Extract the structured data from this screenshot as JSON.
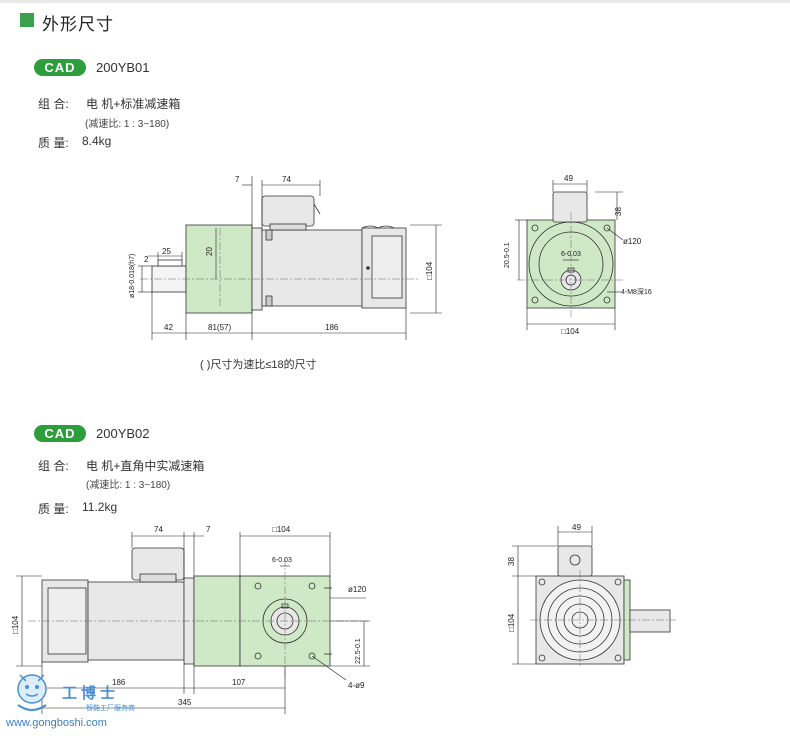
{
  "section": {
    "title": "外形尺寸",
    "accent": "#3aa24a"
  },
  "cad_badge": {
    "label": "CAD",
    "color": "#2e9e3d"
  },
  "product1": {
    "model": "200YB01",
    "composition_label": "组 合:",
    "composition_value": "电 机+标准减速箱",
    "ratio_note": "(减速比: 1 : 3~180)",
    "weight_label": "质 量:",
    "weight_value": "8.4kg",
    "caption": "( )尺寸为速比≤18的尺寸",
    "side_dims": {
      "d7": "7",
      "d74": "74",
      "d2": "2",
      "d25": "25",
      "d20": "20",
      "d42": "42",
      "d81": "81(57)",
      "d186": "186",
      "d104": "□104",
      "shaft": "ø18-0.018(h7)"
    },
    "front_dims": {
      "d49": "49",
      "d38": "38",
      "d205": "20.5-0.1",
      "key": "6-0.03",
      "dia120": "ø120",
      "holes": "4-M8深16",
      "d104": "□104"
    }
  },
  "product2": {
    "model": "200YB02",
    "composition_label": "组 合:",
    "composition_value": "电 机+直角中实减速箱",
    "ratio_note": "(减速比: 1 : 3~180)",
    "weight_label": "质 量:",
    "weight_value": "11.2kg",
    "side_dims": {
      "d74": "74",
      "d7": "7",
      "d104top": "□104",
      "key": "6-0.03",
      "dia120": "ø120",
      "d225": "22.5-0.1",
      "d104left": "□104",
      "d186": "186",
      "d107": "107",
      "d345": "345",
      "holes": "4-ø9"
    },
    "end_dims": {
      "d49": "49",
      "d38": "38",
      "d104": "□104"
    }
  },
  "watermark": {
    "name": "工博士",
    "sub": "智能工厂服务商",
    "url": "www.gongboshi.com"
  },
  "colors": {
    "gearbox": "#cfe8c6",
    "motor": "#e8e8e8",
    "line": "#333333",
    "dim": "#222222"
  }
}
